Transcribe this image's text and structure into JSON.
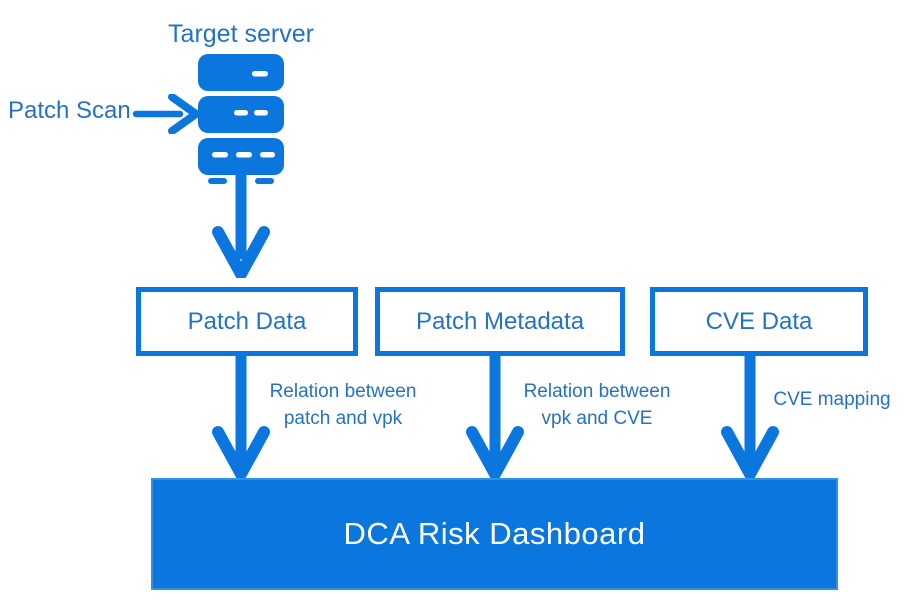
{
  "diagram": {
    "colors": {
      "primary_blue": "#0b76dd",
      "label_text_blue": "#2472c5",
      "dashboard_fill": "#0b76dd",
      "dashboard_text": "#ffffff",
      "box_fill": "#ffffff"
    },
    "server": {
      "label": "Target server",
      "icon": "server-icon"
    },
    "patch_scan": {
      "label": "Patch Scan"
    },
    "boxes": [
      {
        "id": "patch-data",
        "label": "Patch Data"
      },
      {
        "id": "patch-metadata",
        "label": "Patch Metadata"
      },
      {
        "id": "cve-data",
        "label": "CVE Data"
      }
    ],
    "edges": [
      {
        "from": "patch-data",
        "to": "dca-risk-dashboard",
        "label_line1": "Relation between",
        "label_line2": "patch and vpk"
      },
      {
        "from": "patch-metadata",
        "to": "dca-risk-dashboard",
        "label_line1": "Relation between",
        "label_line2": "vpk and CVE"
      },
      {
        "from": "cve-data",
        "to": "dca-risk-dashboard",
        "label_line1": "CVE mapping",
        "label_line2": ""
      }
    ],
    "dashboard": {
      "label": "DCA Risk Dashboard"
    }
  }
}
